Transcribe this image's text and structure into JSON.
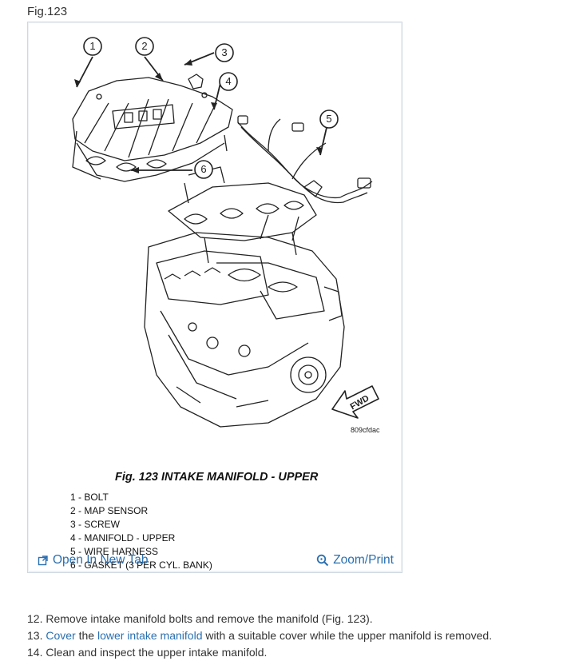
{
  "figure": {
    "label": "Fig.123",
    "drawing_code": "809cfdac",
    "caption": "Fig. 123 INTAKE MANIFOLD - UPPER",
    "callouts": [
      "1",
      "2",
      "3",
      "4",
      "5",
      "6"
    ],
    "fwd_label": "FWD",
    "legend": [
      "1 - BOLT",
      "2 - MAP SENSOR",
      "3 - SCREW",
      "4 - MANIFOLD - UPPER",
      "5 - WIRE HARNESS",
      "6 - GASKET (3 PER CYL. BANK)"
    ]
  },
  "toolbar": {
    "open_label": "Open In New Tab",
    "zoom_label": "Zoom/Print",
    "open_icon": "open-new-tab-icon",
    "zoom_icon": "magnifier-icon",
    "link_color": "#2a6fb0"
  },
  "steps": {
    "step12": "12. Remove intake manifold bolts and remove the manifold (Fig. 123).",
    "step13_num": "13.",
    "step13_link1": "Cover",
    "step13_mid": "the",
    "step13_link2": "lower intake manifold",
    "step13_rest": "with a suitable cover while the upper manifold is removed.",
    "step14": "14. Clean and inspect the upper intake manifold."
  }
}
